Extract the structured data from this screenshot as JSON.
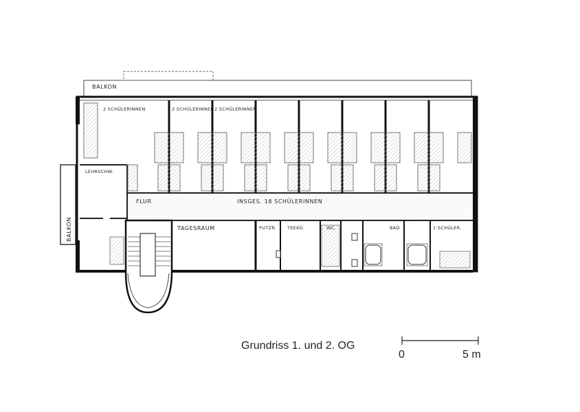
{
  "plan": {
    "labels": {
      "balkon_top": "BALKON",
      "balkon_side": "BALKON",
      "room_a": "2 SCHÜLERINNEN",
      "room_b": "2 SCHÜLERINNEN",
      "room_c": "2 SCHÜLERINNEN",
      "lehrschw": "LEHRSCHW.",
      "flur": "FLUR",
      "total": "INSGES. 18 SCHÜLERINNEN",
      "tagesraum": "TAGESRAUM",
      "putzr": "PUTZR.",
      "teekue": "TEEKÜ.",
      "wc": "WC.",
      "bad": "BAD",
      "schueler": "1 SCHÜLER."
    }
  },
  "caption": {
    "title": "Grundriss 1. und 2. OG",
    "scale_start": "0",
    "scale_end": "5 m"
  }
}
